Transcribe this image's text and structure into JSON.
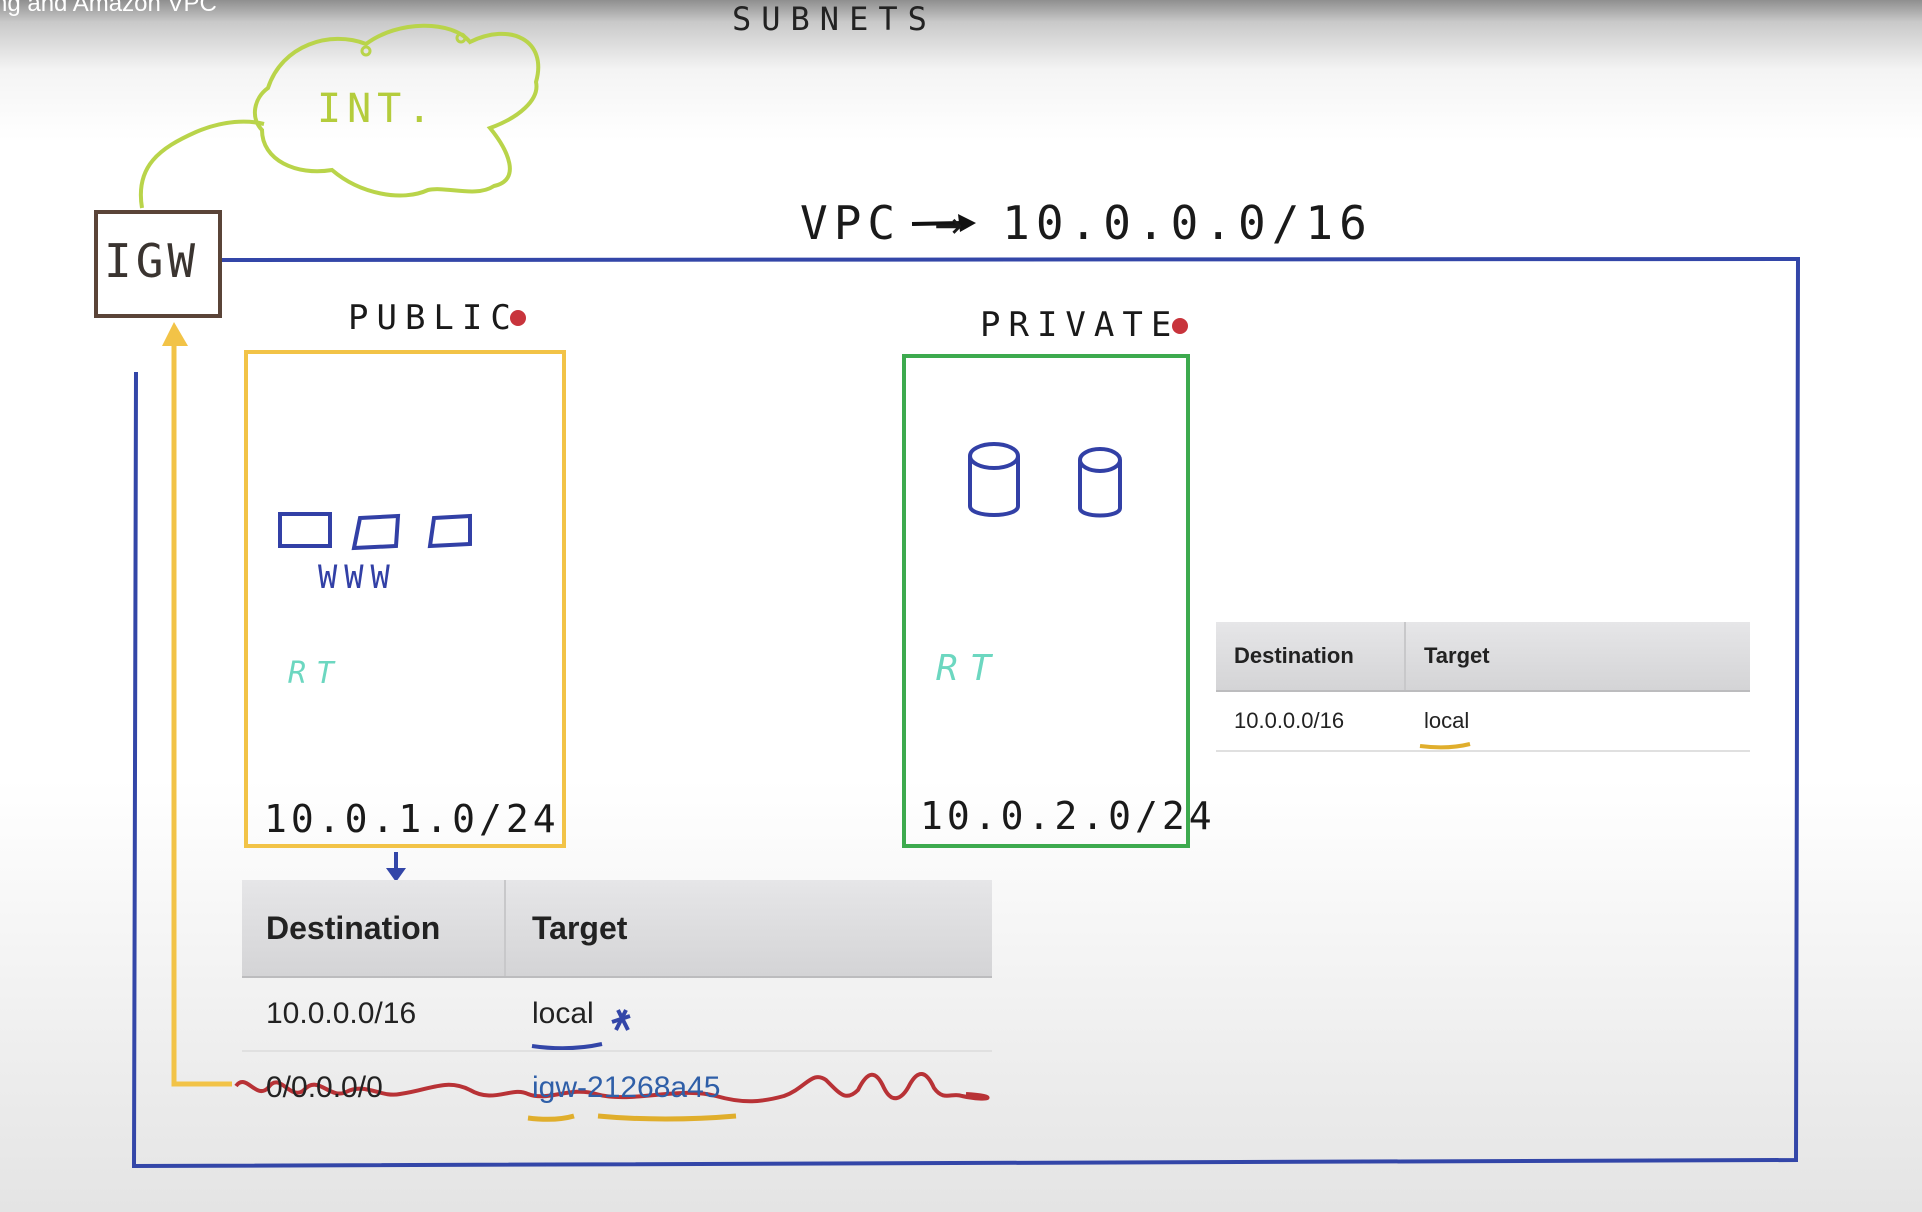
{
  "video": {
    "title": "ng and Amazon VPC"
  },
  "annotations": {
    "subnets_heading": "SUBNETS",
    "internet": "INT.",
    "igw": "IGW",
    "vpc": "VPC → 10.0.0.0/16",
    "public": "PUBLIC",
    "private": "PRIVATE",
    "www": "WWW",
    "rt_public": "RT",
    "rt_private": "RT",
    "cidr_public": "10.0.1.0/24",
    "cidr_private": "10.0.2.0/24"
  },
  "route_table_public": {
    "headers": [
      "Destination",
      "Target"
    ],
    "rows": [
      [
        "10.0.0.0/16",
        "local"
      ],
      [
        "0/0.0.0/0",
        "igw-21268a45"
      ]
    ]
  },
  "route_table_private": {
    "headers": [
      "Destination",
      "Target"
    ],
    "rows": [
      [
        "10.0.0.0/16",
        "local"
      ]
    ]
  },
  "colors": {
    "vpc_border": "#3346a8",
    "public_subnet": "#f2c347",
    "private_subnet": "#3daa4e",
    "internet_cloud": "#b9d44a",
    "igw_box": "#5a4438",
    "route_marker": "#6cd7c0",
    "dot": "#c8343c",
    "scribble": "#b83236"
  }
}
